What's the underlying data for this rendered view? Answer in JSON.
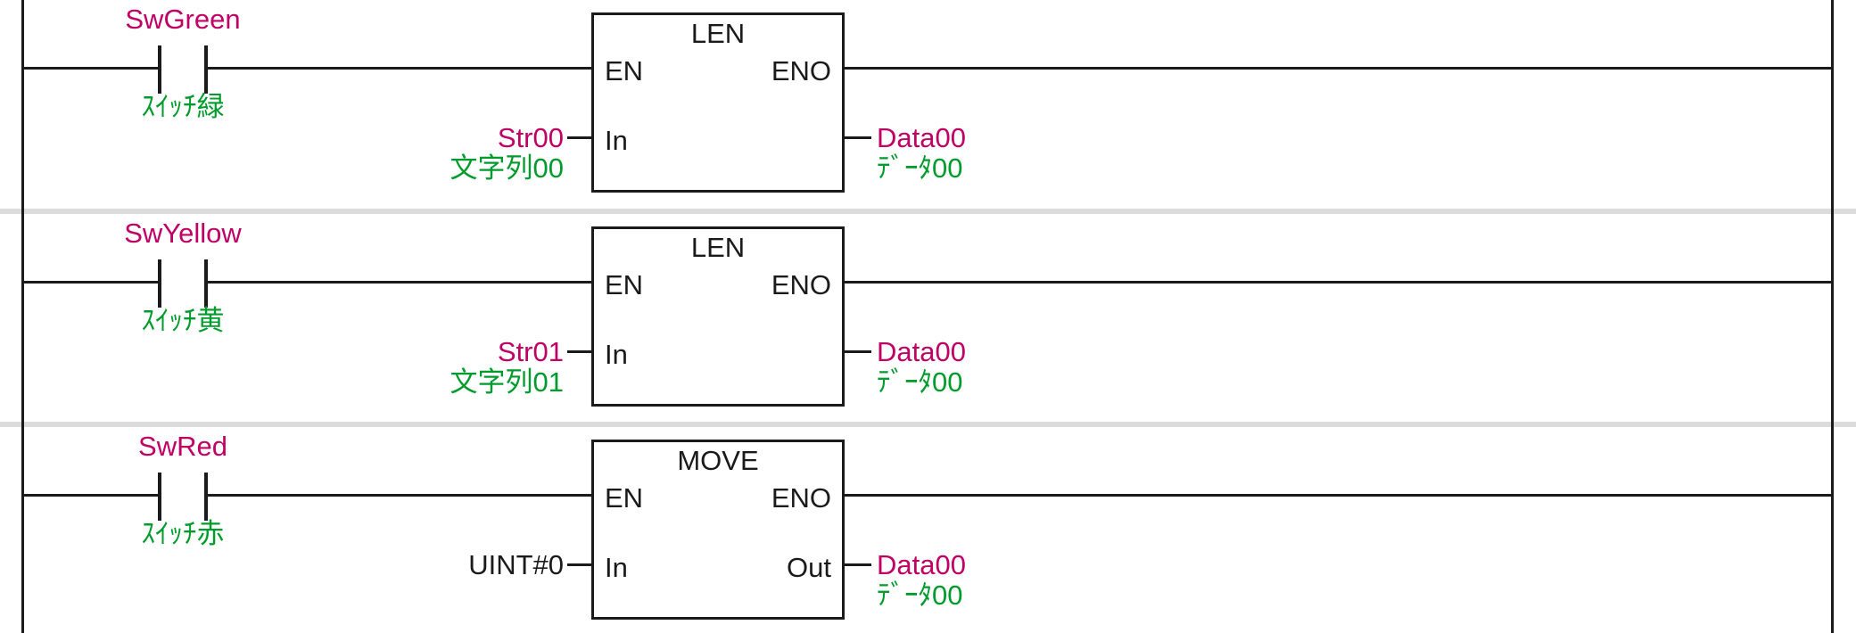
{
  "diagram": {
    "type": "ladder-logic",
    "colors": {
      "wire": "#1b1b1b",
      "variable_text": "#c00064",
      "comment_text": "#009b2d",
      "literal_text": "#1a1a1a",
      "rung_separator": "#dcdcdc",
      "background": "#ffffff"
    },
    "rungs": [
      {
        "contact": {
          "name": "SwGreen",
          "comment": "ｽｲｯﾁ緑",
          "type": "normally-open"
        },
        "block": {
          "title": "LEN",
          "pins": {
            "en": "EN",
            "eno": "ENO",
            "in": "In",
            "out": ""
          },
          "in_operand": "Str00",
          "in_comment": "文字列00",
          "out_operand": "Data00",
          "out_comment": "ﾃﾞｰﾀ00"
        }
      },
      {
        "contact": {
          "name": "SwYellow",
          "comment": "ｽｲｯﾁ黄",
          "type": "normally-open"
        },
        "block": {
          "title": "LEN",
          "pins": {
            "en": "EN",
            "eno": "ENO",
            "in": "In",
            "out": ""
          },
          "in_operand": "Str01",
          "in_comment": "文字列01",
          "out_operand": "Data00",
          "out_comment": "ﾃﾞｰﾀ00"
        }
      },
      {
        "contact": {
          "name": "SwRed",
          "comment": "ｽｲｯﾁ赤",
          "type": "normally-open"
        },
        "block": {
          "title": "MOVE",
          "pins": {
            "en": "EN",
            "eno": "ENO",
            "in": "In",
            "out": "Out"
          },
          "in_operand": "UINT#0",
          "in_comment": "",
          "out_operand": "Data00",
          "out_comment": "ﾃﾞｰﾀ00"
        }
      }
    ]
  }
}
